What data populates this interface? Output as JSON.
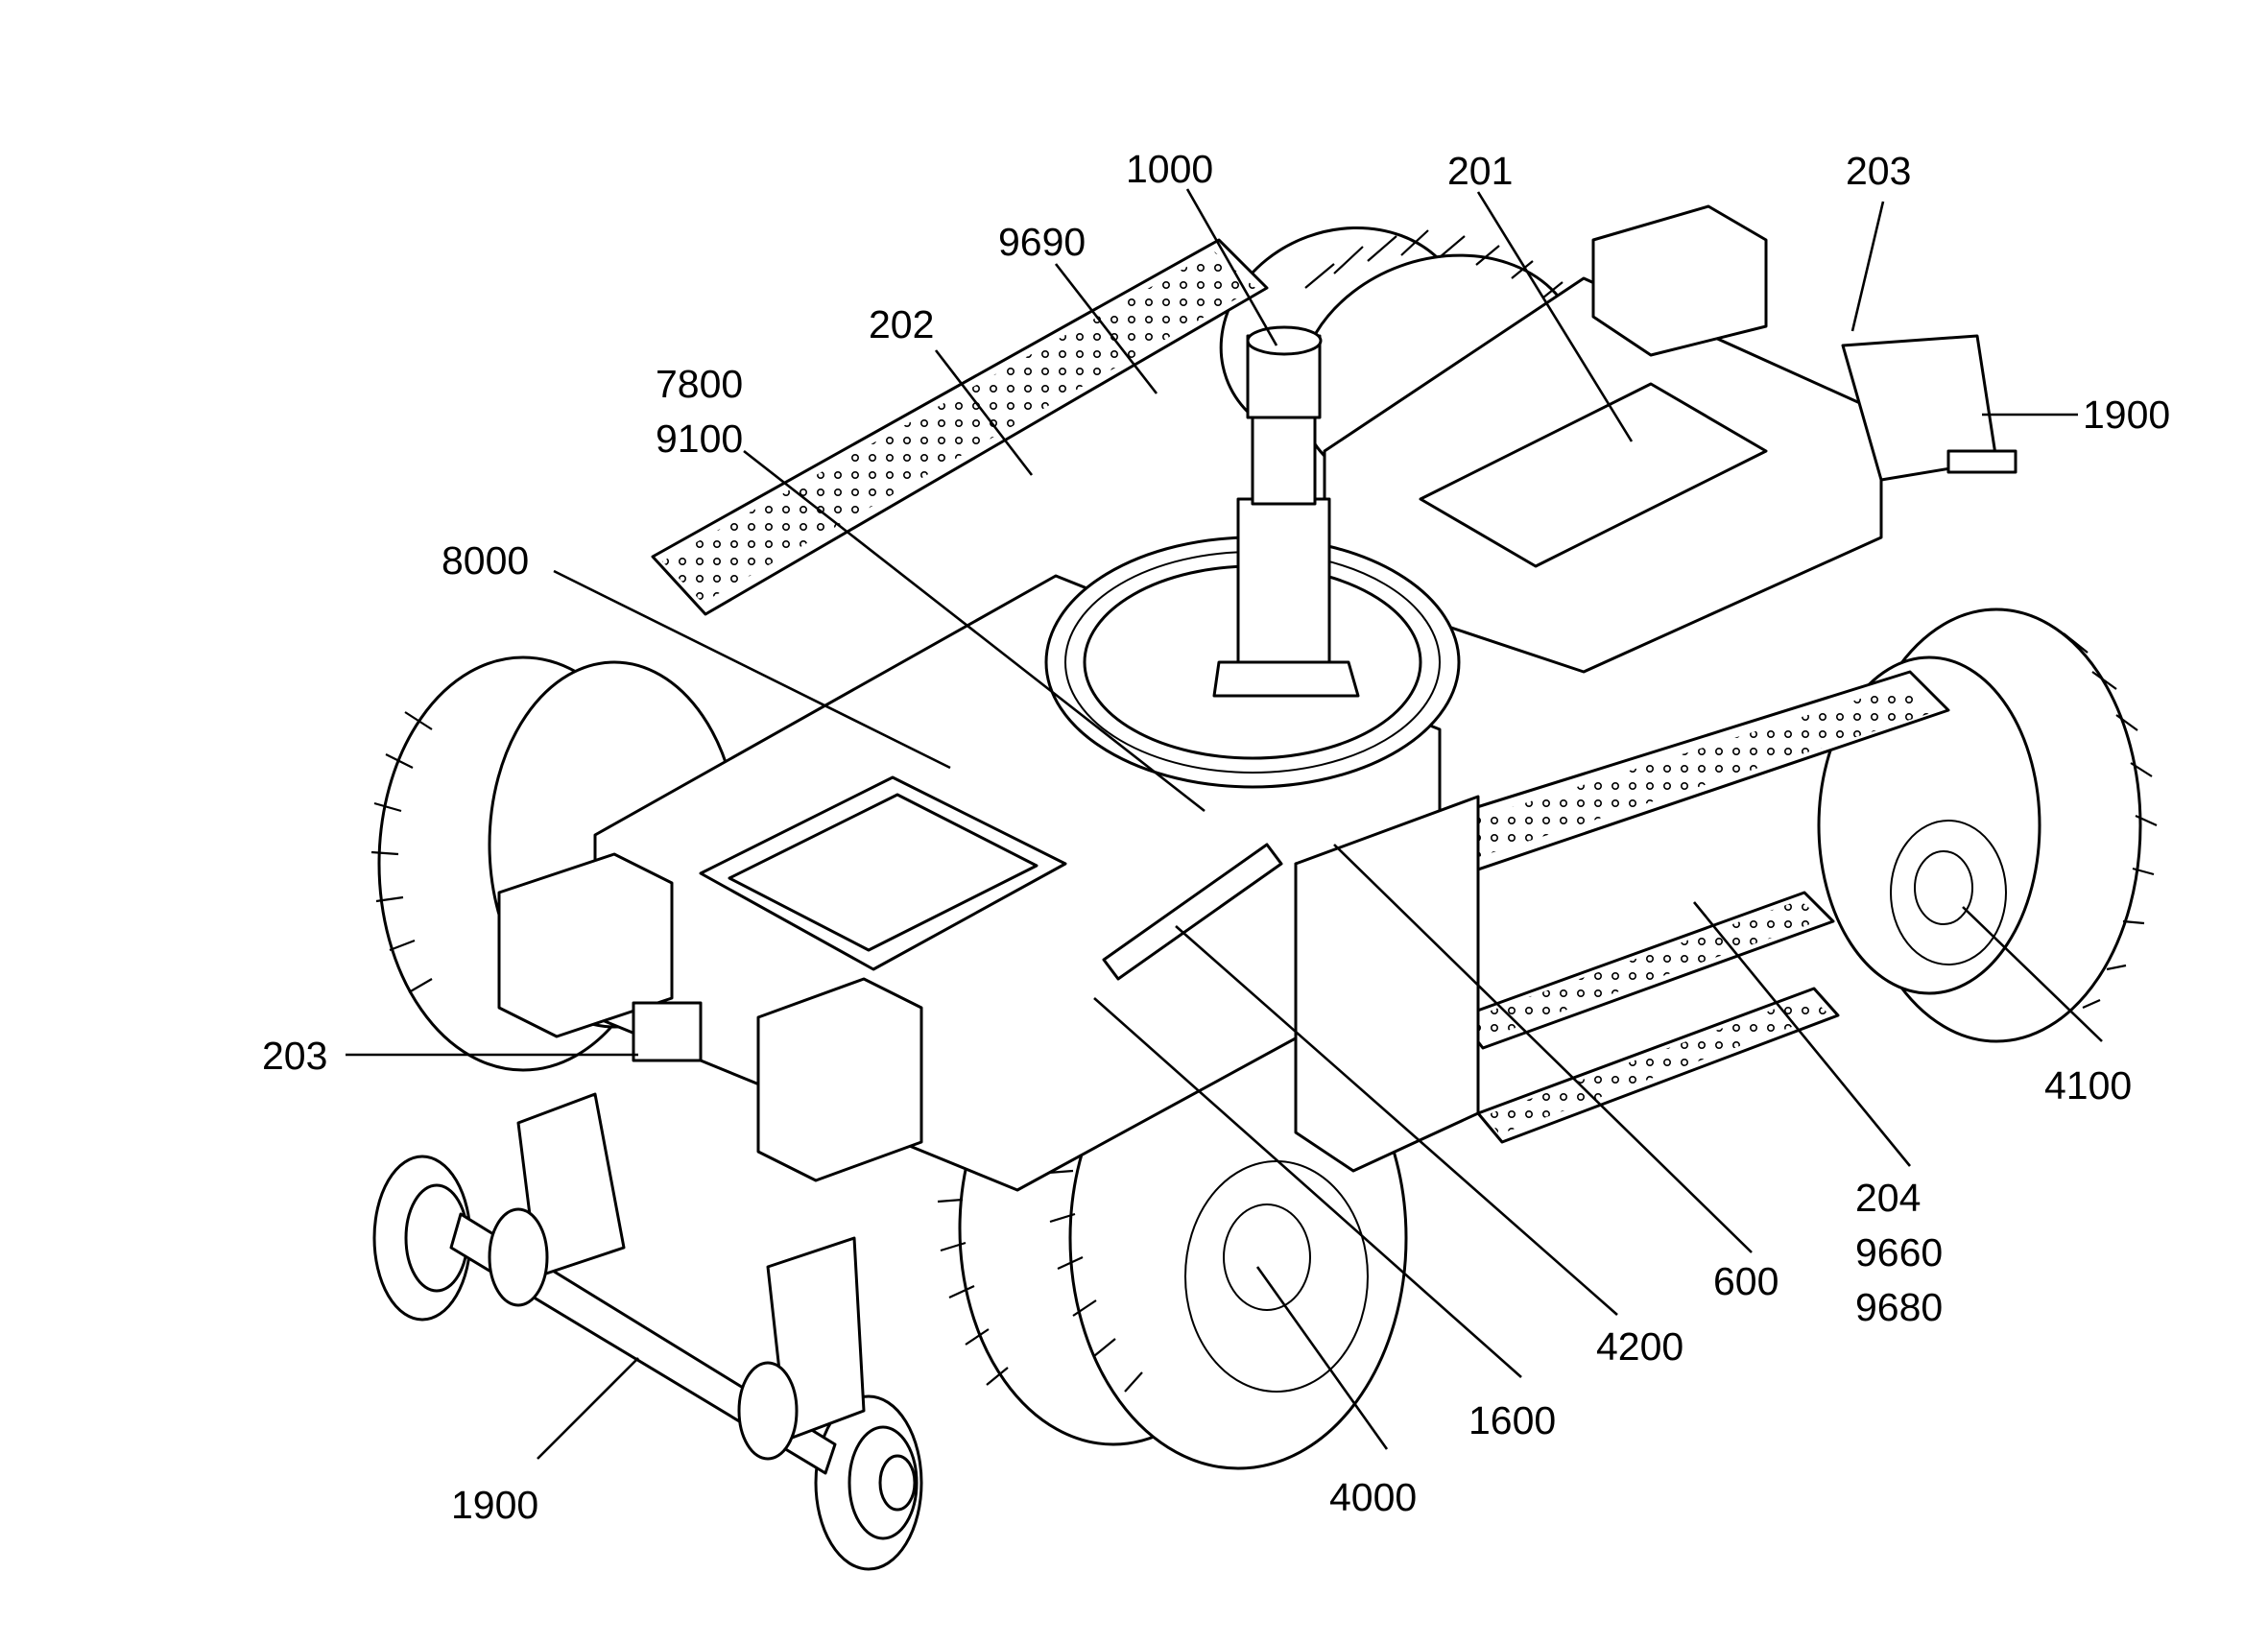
{
  "labels": {
    "l1000": "1000",
    "l9690": "9690",
    "l202": "202",
    "l201": "201",
    "l203_top": "203",
    "l1900_right": "1900",
    "l7800": "7800",
    "l9100": "9100",
    "l8000": "8000",
    "l203_left": "203",
    "l4100": "4100",
    "l204": "204",
    "l9660": "9660",
    "l9680": "9680",
    "l600": "600",
    "l4200": "4200",
    "l1600": "1600",
    "l4000": "4000",
    "l1900_bottom": "1900"
  },
  "icons": {
    "tire": "tire-icon",
    "rail_wheel": "rail-wheel-icon",
    "slewing_ring": "slewing-ring-icon"
  },
  "colors": {
    "ink": "#000000",
    "paper": "#ffffff"
  }
}
